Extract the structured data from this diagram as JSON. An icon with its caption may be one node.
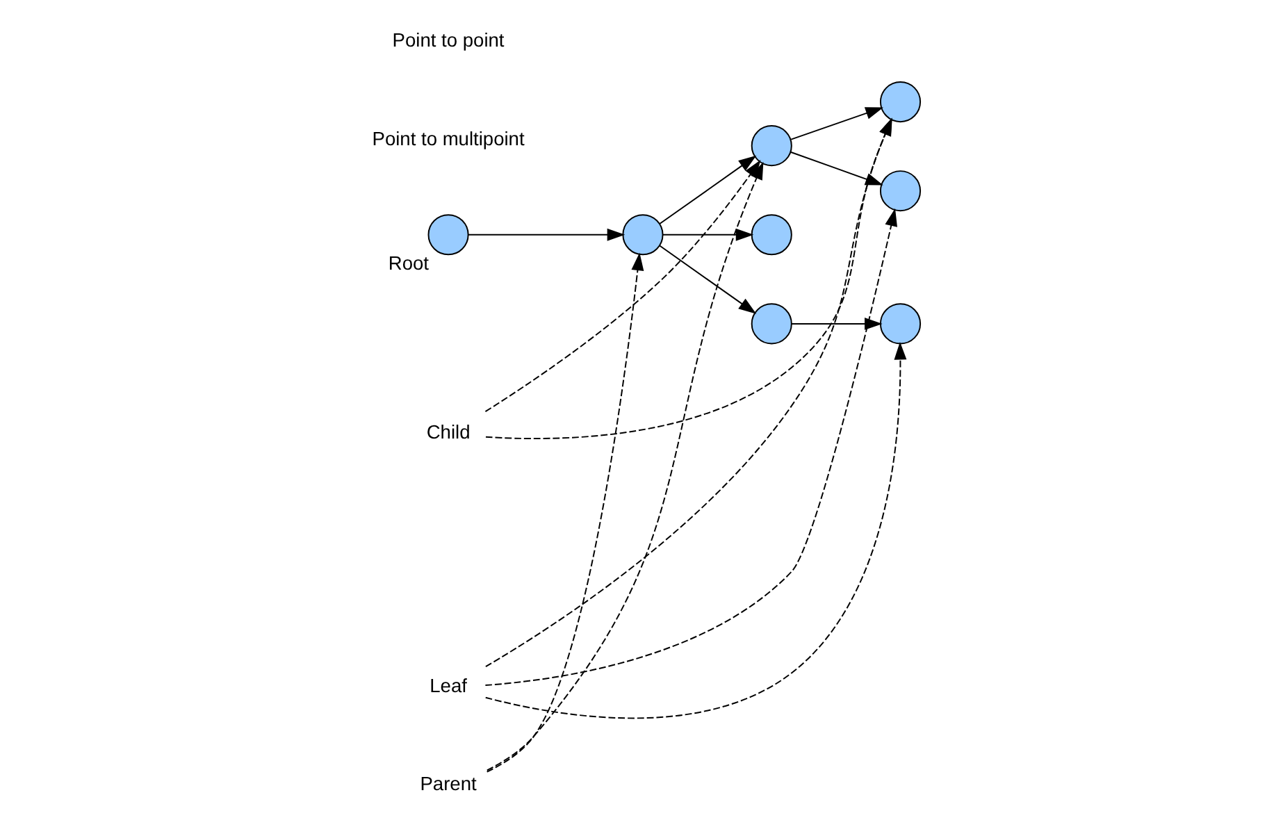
{
  "diagram": {
    "nodes": [
      {
        "text": [],
        "shape": "circle",
        "beside": [
          "Root"
        ]
      },
      {
        "text": [],
        "shape": "circle"
      },
      {
        "text": [],
        "shape": "circle"
      },
      {
        "text": [],
        "shape": "circle"
      },
      {
        "text": [],
        "shape": "circle"
      },
      {
        "text": [],
        "shape": "circle"
      },
      {
        "text": [],
        "shape": "circle"
      },
      {
        "text": [],
        "shape": "circle"
      },
      {
        "text": [
          "Parent"
        ]
      },
      {
        "text": [
          "Child"
        ]
      },
      {
        "text": [
          "Leaf"
        ]
      }
    ],
    "edges": [
      {
        "from": 0,
        "to": 1,
        "arrow": "to"
      },
      {
        "from": 1,
        "to": 2,
        "arrow": "to"
      },
      {
        "from": 1,
        "to": 3,
        "arrow": "to"
      },
      {
        "from": 1,
        "to": 4,
        "arrow": "to"
      },
      {
        "from": 2,
        "to": 5,
        "arrow": "to"
      },
      {
        "from": 2,
        "to": 6,
        "arrow": "to"
      },
      {
        "from": 4,
        "to": 7,
        "arrow": "to"
      },
      {
        "from": 8,
        "to": 1,
        "arrow": "to",
        "style": "dashed"
      },
      {
        "from": 8,
        "to": 2,
        "arrow": "to",
        "style": "dashed"
      },
      {
        "from": 9,
        "to": 2,
        "arrow": "to",
        "style": "dashed"
      },
      {
        "from": 9,
        "to": 5,
        "arrow": "to",
        "style": "dashed"
      },
      {
        "from": 10,
        "to": 5,
        "arrow": "to",
        "style": "dashed"
      },
      {
        "from": 10,
        "to": 6,
        "arrow": "to",
        "style": "dashed"
      },
      {
        "from": 10,
        "to": 7,
        "arrow": "to",
        "style": "dashed"
      }
    ],
    "labels": [
      "Point to multipoint",
      "Point to point"
    ]
  }
}
